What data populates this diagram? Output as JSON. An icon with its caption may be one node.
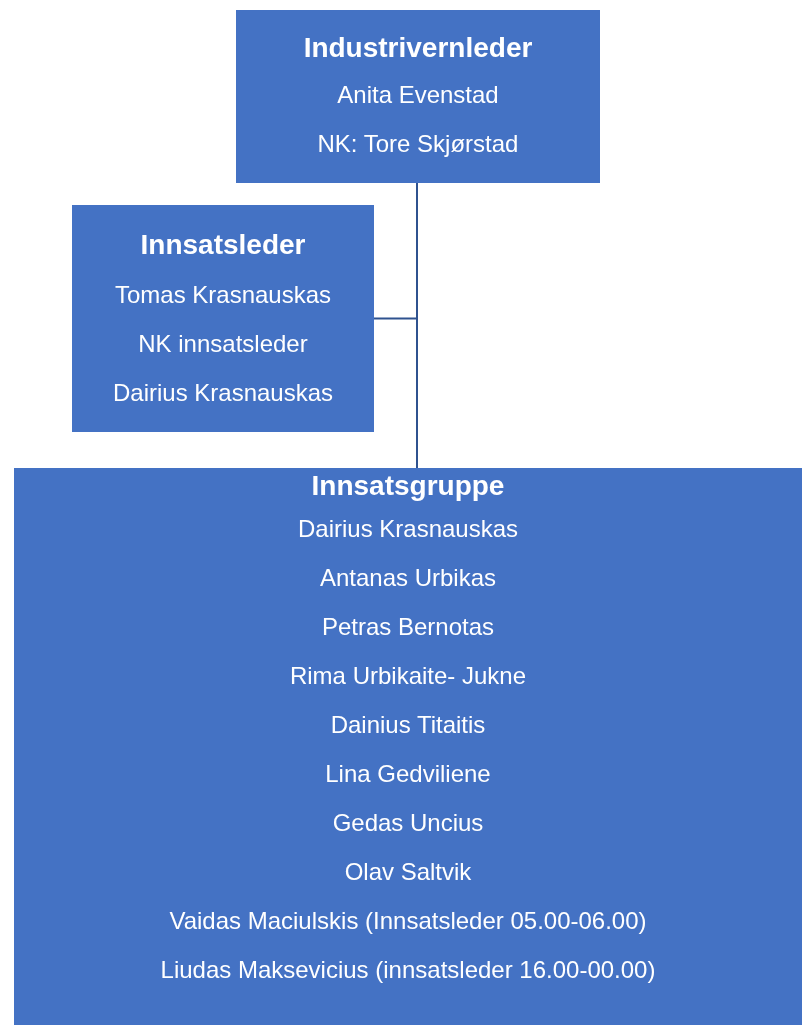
{
  "diagram": {
    "nodes": [
      {
        "text": [
          "Industrivernleder",
          "Anita Evenstad",
          "NK: Tore Skjørstad"
        ]
      },
      {
        "text": [
          "Innsatsleder",
          "Tomas Krasnauskas",
          "NK innsatsleder",
          "Dairius Krasnauskas"
        ]
      },
      {
        "text": [
          "Innsatsgruppe",
          "Dairius Krasnauskas",
          "Antanas Urbikas",
          "Petras Bernotas",
          "Rima Urbikaite- Jukne",
          "Dainius Titaitis",
          "Lina Gedviliene",
          "Gedas Uncius",
          "Olav Saltvik",
          "Vaidas Maciulskis (Innsatsleder 05.00-06.00)",
          "Liudas Maksevicius (innsatsleder 16.00-00.00)"
        ]
      }
    ],
    "edges": [
      {
        "from": 0,
        "to": 2,
        "arrow": "none"
      },
      {
        "from": 0,
        "to": 1,
        "arrow": "none"
      }
    ]
  }
}
